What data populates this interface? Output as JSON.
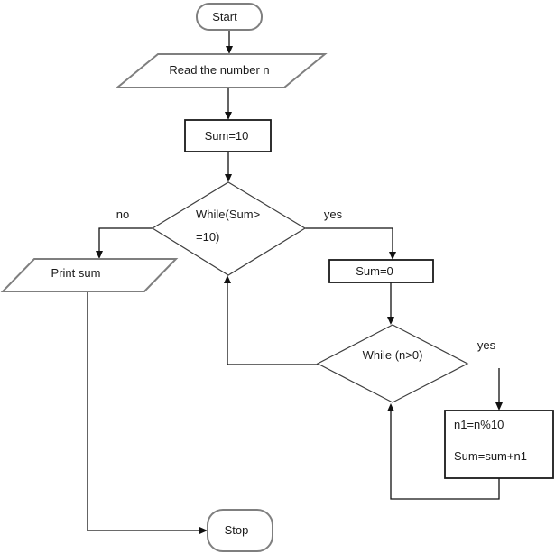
{
  "colors": {
    "background": "#ffffff",
    "terminator-outline": "#7f7f7f",
    "io-outline": "#7f7f7f",
    "process-outline": "#1a1a1a",
    "decision-outline": "#3f3f3f",
    "connector": "#111111",
    "text": "#1a1a1a"
  },
  "nodes": {
    "start": {
      "type": "terminator",
      "label": "Start"
    },
    "read": {
      "type": "input",
      "label": "Read the number n"
    },
    "init": {
      "type": "process",
      "label": "Sum=10"
    },
    "while_outer": {
      "type": "decision",
      "label_line1": "While(Sum>",
      "label_line2": "=10)"
    },
    "print": {
      "type": "output",
      "label": "Print sum"
    },
    "reset": {
      "type": "process",
      "label": "Sum=0"
    },
    "while_inner": {
      "type": "decision",
      "label": "While (n>0)"
    },
    "body": {
      "type": "process",
      "label_line1": "n1=n%10",
      "label_line2": "Sum=sum+n1"
    },
    "stop": {
      "type": "terminator",
      "label": "Stop"
    }
  },
  "edge_labels": {
    "outer_no": "no",
    "outer_yes": "yes",
    "inner_yes": "yes"
  }
}
